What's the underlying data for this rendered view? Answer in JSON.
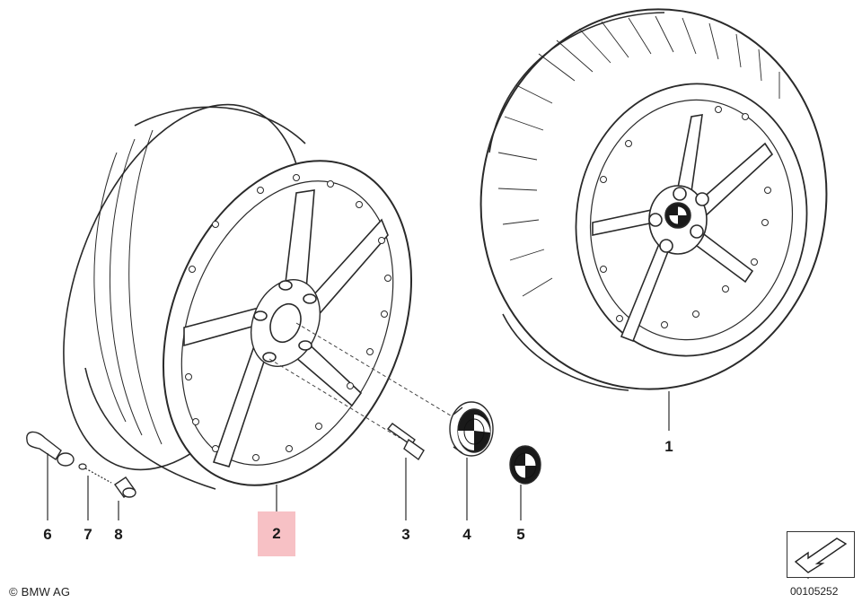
{
  "diagram": {
    "callouts": {
      "c1": "1",
      "c2": "2",
      "c3": "3",
      "c4": "4",
      "c5": "5",
      "c6": "6",
      "c7": "7",
      "c8": "8"
    },
    "copyright": "© BMW AG",
    "doc_number": "00105252",
    "highlight_color": "#f7c1c5",
    "highlighted_callout": "2"
  }
}
